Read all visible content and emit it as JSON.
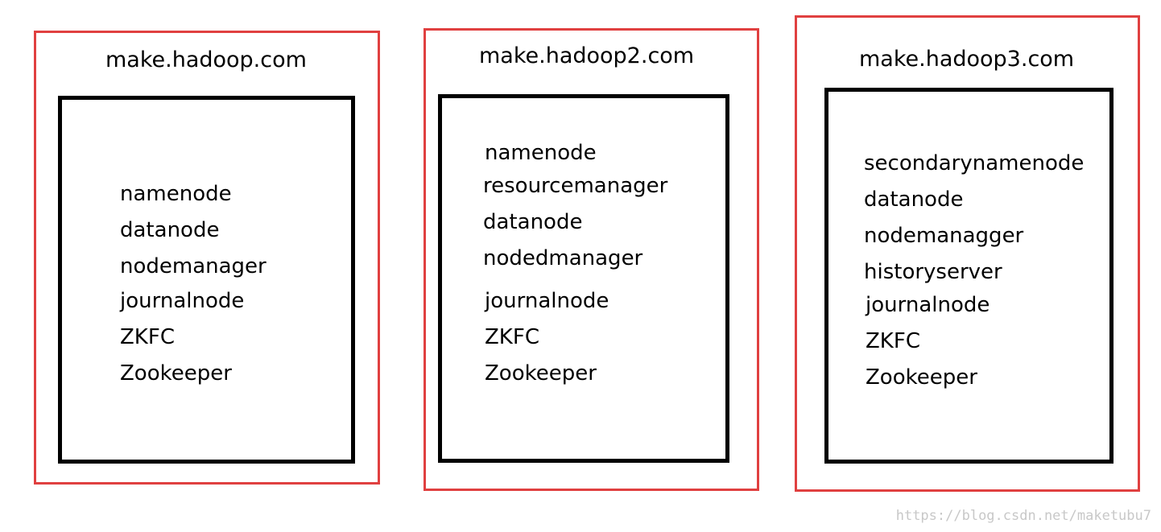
{
  "hosts": [
    {
      "hostname": "make.hadoop.com",
      "services": [
        "namenode",
        "datanode",
        "nodemanager",
        "journalnode",
        "ZKFC",
        "Zookeeper"
      ]
    },
    {
      "hostname": "make.hadoop2.com",
      "services": [
        "namenode",
        "resourcemanager",
        "datanode",
        "nodedmanager",
        "journalnode",
        "ZKFC",
        "Zookeeper"
      ]
    },
    {
      "hostname": "make.hadoop3.com",
      "services": [
        "secondarynamenode",
        "datanode",
        "nodemanagger",
        "historyserver",
        "journalnode",
        "ZKFC",
        "Zookeeper"
      ]
    }
  ],
  "watermark": "https://blog.csdn.net/maketubu7",
  "colors": {
    "host_border": "#e04040",
    "inner_border": "#000000",
    "watermark": "#c8c8c8"
  }
}
